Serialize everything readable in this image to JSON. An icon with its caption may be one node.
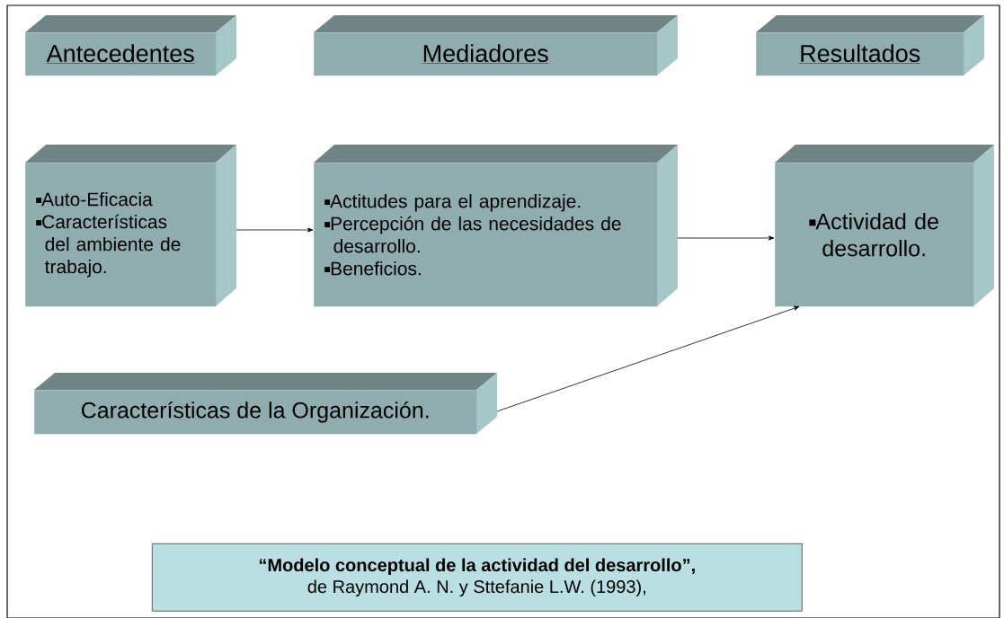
{
  "diagram": {
    "nodes": [
      {
        "text": [
          "Antecedentes"
        ]
      },
      {
        "text": [
          "Mediadores"
        ]
      },
      {
        "text": [
          "Resultados"
        ]
      },
      {
        "text": [
          "Auto-Eficacia",
          "Características del ambiente de trabajo."
        ]
      },
      {
        "text": [
          "Actitudes para el aprendizaje.",
          "Percepción de las necesidades de desarrollo.",
          "Beneficios."
        ]
      },
      {
        "text": [
          "Actividad de desarrollo."
        ]
      },
      {
        "text": [
          "Características de la Organización."
        ]
      },
      {
        "text": [
          "“Modelo conceptual de la actividad del desarrollo”,",
          "de Raymond A. N. y Sttefanie L.W. (1993),"
        ]
      }
    ],
    "edges": [
      {
        "from": 3,
        "to": 4,
        "arrow": "to"
      },
      {
        "from": 4,
        "to": 5,
        "arrow": "to"
      },
      {
        "from": 6,
        "to": 5,
        "arrow": "to"
      }
    ]
  }
}
